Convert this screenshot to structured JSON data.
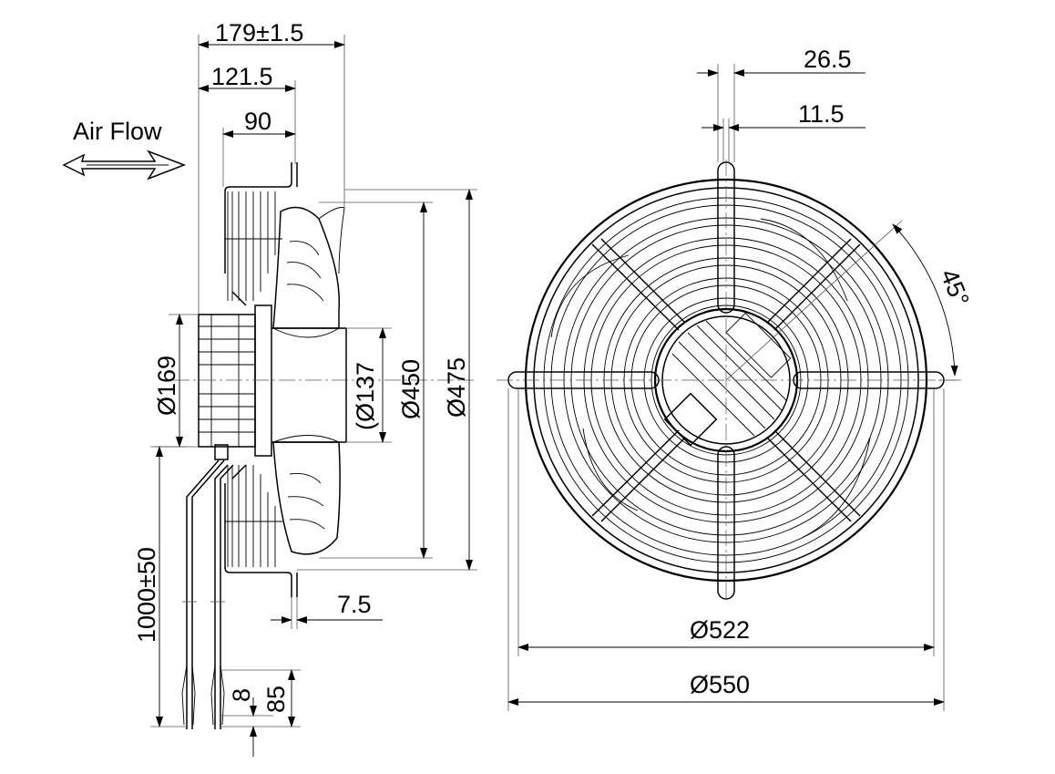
{
  "labels": {
    "air_flow": "Air Flow",
    "overall_depth": "179±1.5",
    "depth_to_flange": "121.5",
    "motor_depth": "90",
    "hub_diameter": "Ø169",
    "rotor_diameter": "(Ø137",
    "inner_diameter": "Ø450",
    "outer_diameter": "Ø475",
    "cable_length": "1000±50",
    "flange_thickness": "7.5",
    "wire_strip": "8",
    "wire_sheath": "85",
    "offset_outer": "26.5",
    "offset_inner": "11.5",
    "mount_angle": "45°",
    "guard_diameter": "Ø522",
    "mounting_diameter": "Ø550"
  },
  "colors": {
    "line": "#000000",
    "extension": "#555555",
    "background": "#ffffff"
  }
}
